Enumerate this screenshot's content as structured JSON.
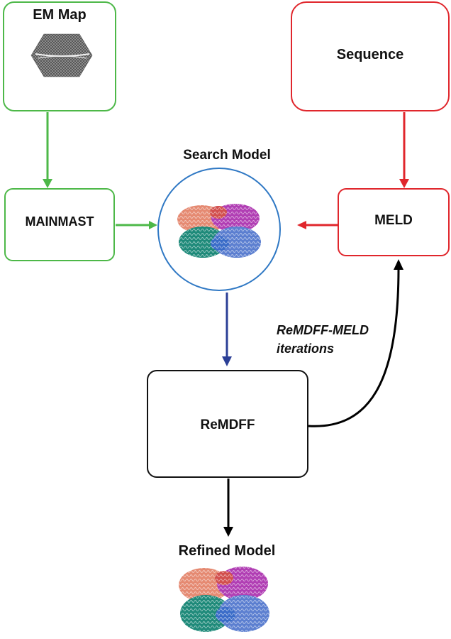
{
  "nodes": {
    "em_map": "EM Map",
    "sequence": "Sequence",
    "mainmast": "MAINMAST",
    "meld": "MELD",
    "search_model": "Search Model",
    "remdff": "ReMDFF",
    "refined_model": "Refined Model"
  },
  "edges": {
    "loop_label_line1": "ReMDFF-MELD",
    "loop_label_line2": "iterations"
  },
  "colors": {
    "green": "#4db848",
    "red": "#e0262c",
    "blue": "#2f5fb0",
    "navy": "#2b3f96",
    "black": "#000000"
  }
}
